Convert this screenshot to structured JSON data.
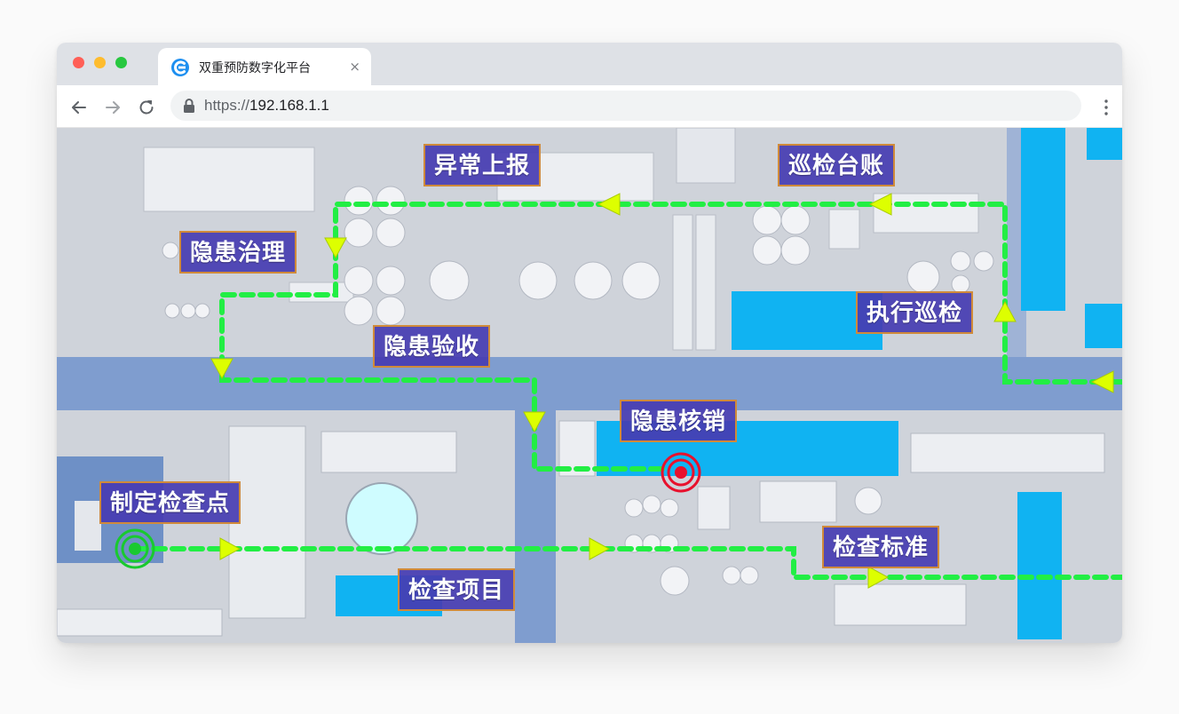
{
  "browser": {
    "tab_title": "双重预防数字化平台",
    "tab_close_glyph": "×",
    "url_scheme": "https://",
    "url_host": "192.168.1.1"
  },
  "icons": {
    "tab": "platform-logo-icon",
    "back": "arrow-left-icon",
    "forward": "arrow-right-icon",
    "reload": "reload-icon",
    "lock": "lock-icon",
    "menu": "kebab-menu-icon"
  },
  "colors": {
    "route": "#22ee44",
    "arrow": "#ddff00",
    "label_bg": "#463cb2",
    "label_border": "#d08a3a",
    "start_marker": "#19c92f",
    "end_marker": "#e8112d",
    "road": "#7f9dcf",
    "block_blue": "#10b3f2"
  },
  "map": {
    "labels": {
      "anomaly_report": "异常上报",
      "inspection_ledger": "巡检台账",
      "hazard_governance": "隐患治理",
      "execute_inspection": "执行巡检",
      "hazard_acceptance": "隐患验收",
      "hazard_closure": "隐患核销",
      "set_checkpoint": "制定检查点",
      "inspection_standard": "检查标准",
      "inspection_items": "检查项目"
    }
  }
}
